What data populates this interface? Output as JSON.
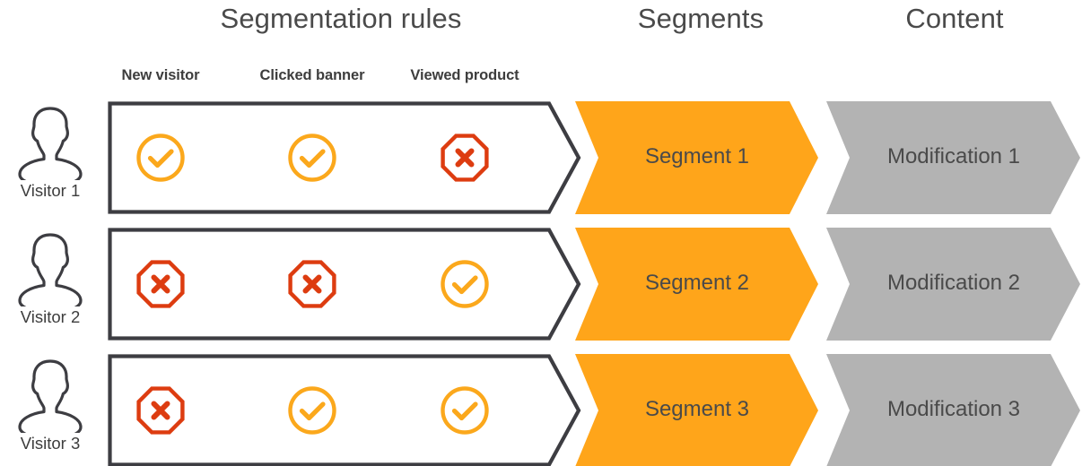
{
  "headers": {
    "segmentation_rules": "Segmentation rules",
    "segments": "Segments",
    "content": "Content"
  },
  "rule_columns": [
    {
      "label": "New visitor"
    },
    {
      "label": "Clicked banner"
    },
    {
      "label": "Viewed product"
    }
  ],
  "colors": {
    "orange_fill": "#FFA51A",
    "orange_icon": "#FBA81C",
    "red_icon": "#DD3C10",
    "gray_fill": "#B3B3B3",
    "outline_dark": "#3D3D42",
    "text_dark": "#4A4A4A"
  },
  "rows": [
    {
      "visitor": "Visitor 1",
      "avatar_icon": "user-avatar-icon",
      "rules": [
        {
          "column": "New visitor",
          "state": "yes",
          "icon": "check-circle-icon"
        },
        {
          "column": "Clicked banner",
          "state": "yes",
          "icon": "check-circle-icon"
        },
        {
          "column": "Viewed product",
          "state": "no",
          "icon": "cross-octagon-icon"
        }
      ],
      "segment": "Segment 1",
      "content": "Modification 1"
    },
    {
      "visitor": "Visitor 2",
      "avatar_icon": "user-avatar-icon",
      "rules": [
        {
          "column": "New visitor",
          "state": "no",
          "icon": "cross-octagon-icon"
        },
        {
          "column": "Clicked banner",
          "state": "no",
          "icon": "cross-octagon-icon"
        },
        {
          "column": "Viewed product",
          "state": "yes",
          "icon": "check-circle-icon"
        }
      ],
      "segment": "Segment 2",
      "content": "Modification 2"
    },
    {
      "visitor": "Visitor 3",
      "avatar_icon": "user-avatar-icon",
      "rules": [
        {
          "column": "New visitor",
          "state": "no",
          "icon": "cross-octagon-icon"
        },
        {
          "column": "Clicked banner",
          "state": "yes",
          "icon": "check-circle-icon"
        },
        {
          "column": "Viewed product",
          "state": "yes",
          "icon": "check-circle-icon"
        }
      ],
      "segment": "Segment 3",
      "content": "Modification 3"
    }
  ]
}
